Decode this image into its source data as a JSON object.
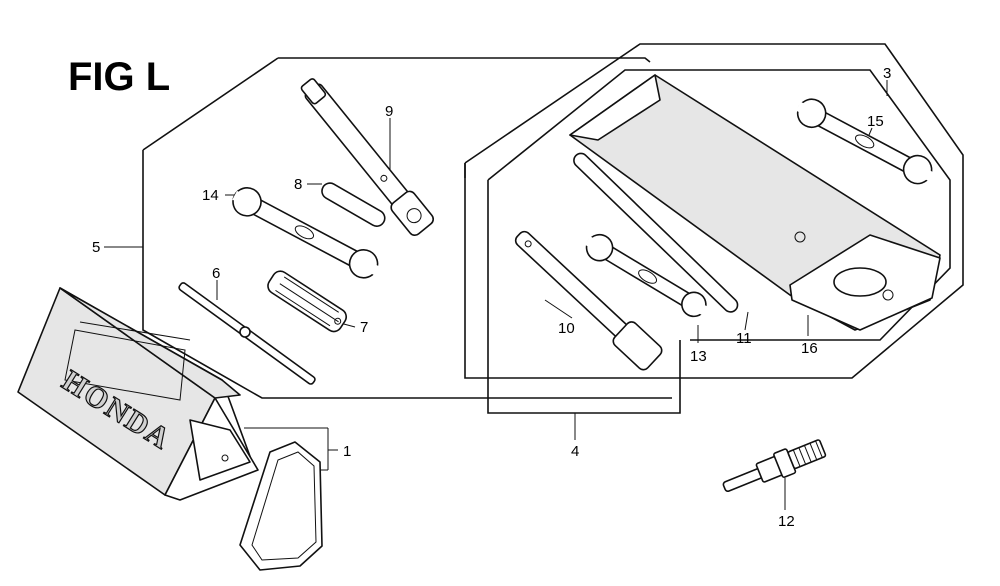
{
  "figure": {
    "title": "FIG L",
    "logo_text": "HONDA"
  },
  "callouts": {
    "c1": "1",
    "c3": "3",
    "c4": "4",
    "c5": "5",
    "c6": "6",
    "c7": "7",
    "c8": "8",
    "c9": "9",
    "c10": "10",
    "c11": "11",
    "c12": "12",
    "c13": "13",
    "c14": "14",
    "c15": "15",
    "c16": "16"
  }
}
